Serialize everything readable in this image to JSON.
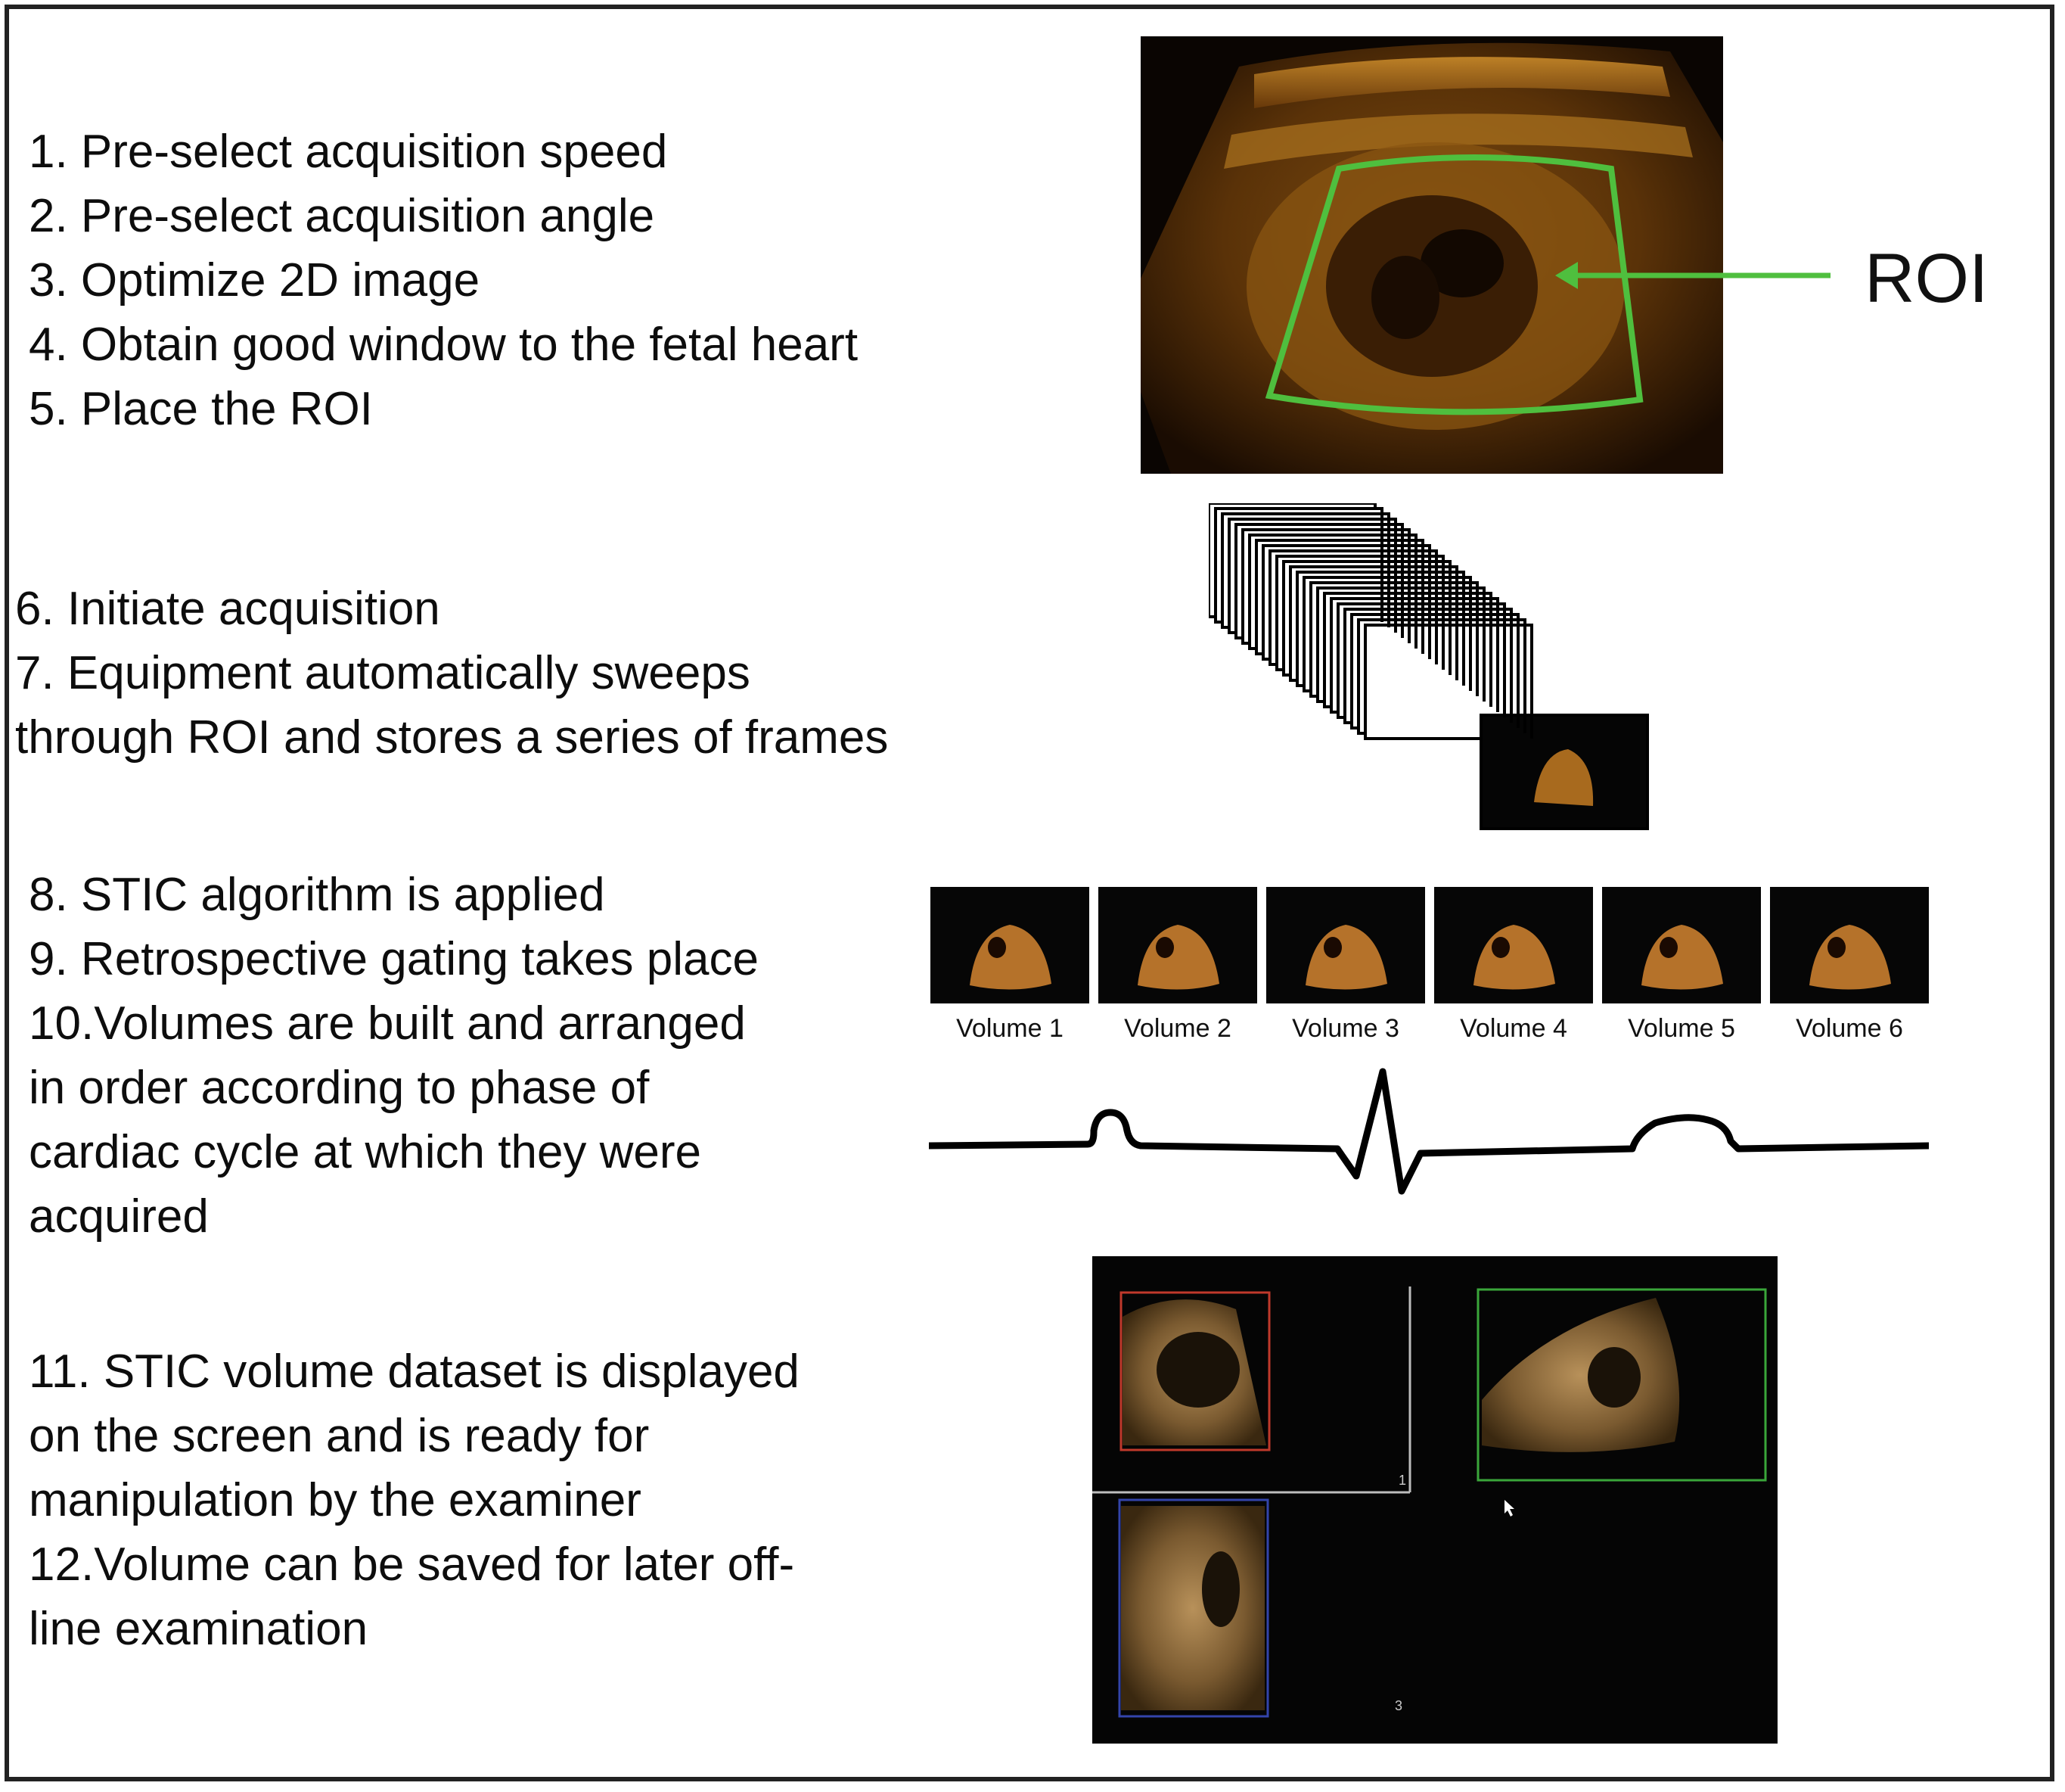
{
  "steps": {
    "group1": [
      "1. Pre-select acquisition speed",
      "2. Pre-select acquisition angle",
      "3. Optimize 2D image",
      "4. Obtain good window to the fetal heart",
      "5. Place the ROI"
    ],
    "group2": [
      "6. Initiate acquisition",
      "7. Equipment automatically sweeps",
      "through ROI and stores a series of frames"
    ],
    "group3": [
      "8. STIC algorithm is applied",
      "9. Retrospective gating takes place",
      "10.Volumes are built and arranged",
      "in order according to phase of",
      "cardiac cycle at which they were",
      "acquired"
    ],
    "group4": [
      "11. STIC volume dataset is displayed",
      "on the screen and is ready for",
      "manipulation by the examiner",
      "12.Volume can be saved for later off-",
      "line examination"
    ]
  },
  "roi_label": "ROI",
  "volumes": [
    "Volume 1",
    "Volume 2",
    "Volume 3",
    "Volume 4",
    "Volume 5",
    "Volume 6"
  ],
  "viewer": {
    "pane_a_index": "1",
    "pane_c_index": "3"
  },
  "colors": {
    "roi_outline": "#4fbf3e",
    "ultrasound_tone": "#c07a1a",
    "pane_a_border": "#c0392b",
    "pane_b_border": "#3aa63a",
    "pane_c_border": "#3344aa"
  }
}
